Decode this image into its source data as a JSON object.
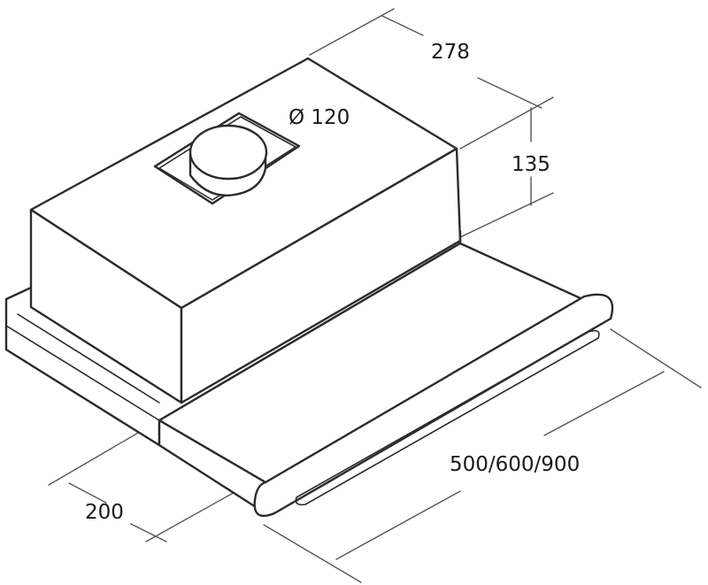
{
  "dimensions": {
    "depth": "278",
    "height": "135",
    "outlet_diameter": "Ø 120",
    "width": "500/600/900",
    "drawer_depth": "200"
  },
  "colors": {
    "line": "#2b2b2b",
    "dimension_line": "#555555",
    "background": "#ffffff"
  }
}
